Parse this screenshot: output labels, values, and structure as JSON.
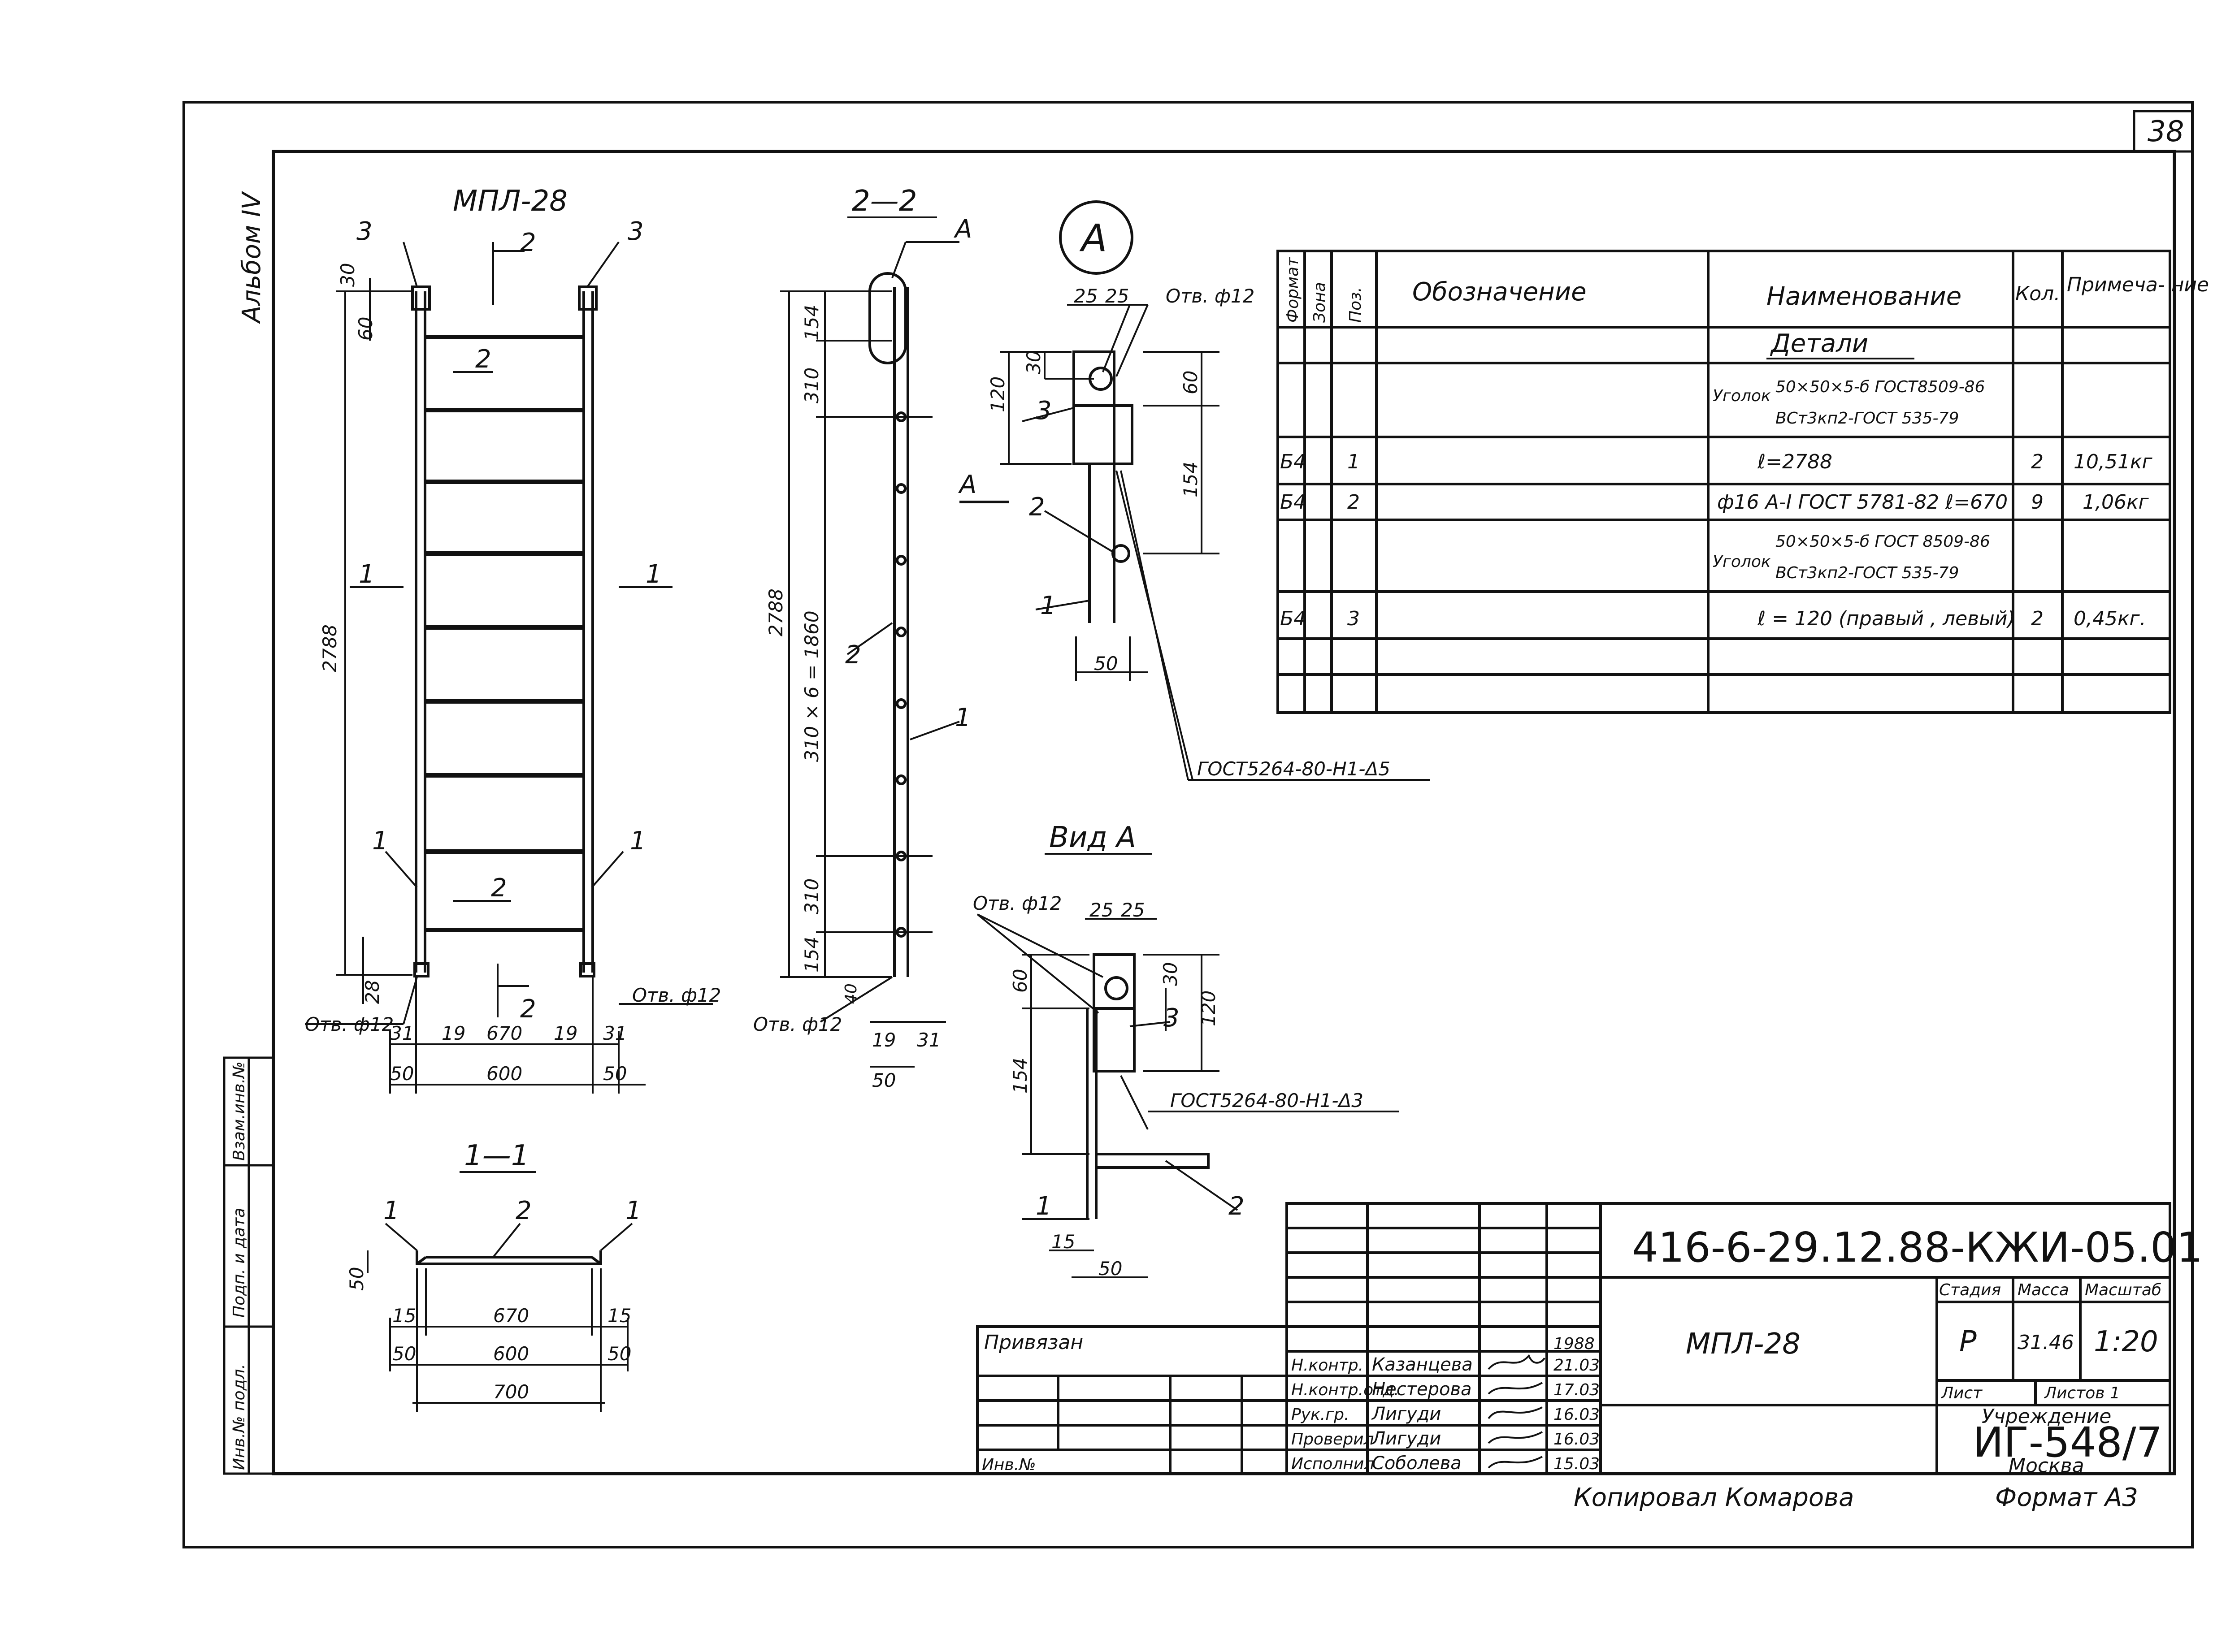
{
  "page": {
    "sheet_number": "38",
    "album": "Альбом IV"
  },
  "views": {
    "main_title": "МПЛ-28",
    "section_22": "2—2",
    "section_11": "1—1",
    "view_a": "Вид А",
    "callout_a": "А",
    "view_arrow_a": "А",
    "section_mark": "2",
    "section_mark_1": "1"
  },
  "dims": {
    "d30": "30",
    "d60": "60",
    "d28": "28",
    "d2788": "2788",
    "d31": "31",
    "d19": "19",
    "d670": "670",
    "d50": "50",
    "d600": "600",
    "d154": "154",
    "d310": "310",
    "d310x6": "310 × 6 = 1860",
    "d40": "40",
    "d25": "25",
    "d120": "120",
    "d15": "15",
    "d700": "700",
    "hole_note": "Отв. ф12",
    "weld_note_1": "ГОСТ5264-80-Н1-Δ5",
    "weld_note_2": "ГОСТ5264-80-Н1-Δ3"
  },
  "positions": {
    "p1": "1",
    "p2": "2",
    "p3": "3"
  },
  "spec_table": {
    "headers": [
      "Формат",
      "Зона",
      "Поз.",
      "Обозначение",
      "Наименование",
      "Кол.",
      "Примеча-\nние"
    ],
    "section_title": "Детали",
    "rows": [
      {
        "fmt": "",
        "zone": "",
        "pos": "",
        "name_prefix": "Уголок",
        "name1": "50×50×5-б ГОСТ8509-86",
        "name2": "ВСт3кп2-ГОСТ 535-79",
        "qty": "",
        "note": ""
      },
      {
        "fmt": "Б4",
        "zone": "",
        "pos": "1",
        "name_prefix": "",
        "name1": "ℓ=2788",
        "name2": "",
        "qty": "2",
        "note": "10,51кг"
      },
      {
        "fmt": "Б4",
        "zone": "",
        "pos": "2",
        "name_prefix": "",
        "name1": "ф16 А-I ГОСТ 5781-82 ℓ=670",
        "name2": "",
        "qty": "9",
        "note": "1,06кг"
      },
      {
        "fmt": "",
        "zone": "",
        "pos": "",
        "name_prefix": "Уголок",
        "name1": "50×50×5-б ГОСТ 8509-86",
        "name2": "ВСт3кп2-ГОСТ 535-79",
        "qty": "",
        "note": ""
      },
      {
        "fmt": "Б4",
        "zone": "",
        "pos": "3",
        "name_prefix": "",
        "name1": "ℓ = 120 (правый , левый)",
        "name2": "",
        "qty": "2",
        "note": "0,45кг."
      }
    ]
  },
  "side_stamp": {
    "c1": "Инв.№ подл.",
    "c2": "Подп. и дата",
    "c3": "Взам.инв.№"
  },
  "title_block": {
    "code": "416-6-29.12.88-КЖИ-05.01",
    "name": "МПЛ-28",
    "stage_label": "Стадия",
    "mass_label": "Масса",
    "scale_label": "Масштаб",
    "stage": "Р",
    "mass": "31.46",
    "scale": "1:20",
    "sheet_label": "Лист",
    "sheets_label": "Листов 1",
    "org1": "Учреждение",
    "org2": "ИГ-548/7",
    "org3": "Москва",
    "privyazan": "Привязан",
    "inv_no": "Инв.№",
    "people": [
      {
        "role": "Н.контр.",
        "name": "Казанцева",
        "date": "21.03"
      },
      {
        "role": "Н.контр.отд.",
        "name": "Нестерова",
        "date": "17.03"
      },
      {
        "role": "Рук.гр.",
        "name": "Лигуди",
        "date": "16.03"
      },
      {
        "role": "Проверил",
        "name": "Лигуди",
        "date": "16.03"
      },
      {
        "role": "Исполнил",
        "name": "Соболева",
        "date": "15.03"
      }
    ],
    "year": "1988",
    "copied": "Копировал  Комарова",
    "format": "Формат  А3"
  }
}
